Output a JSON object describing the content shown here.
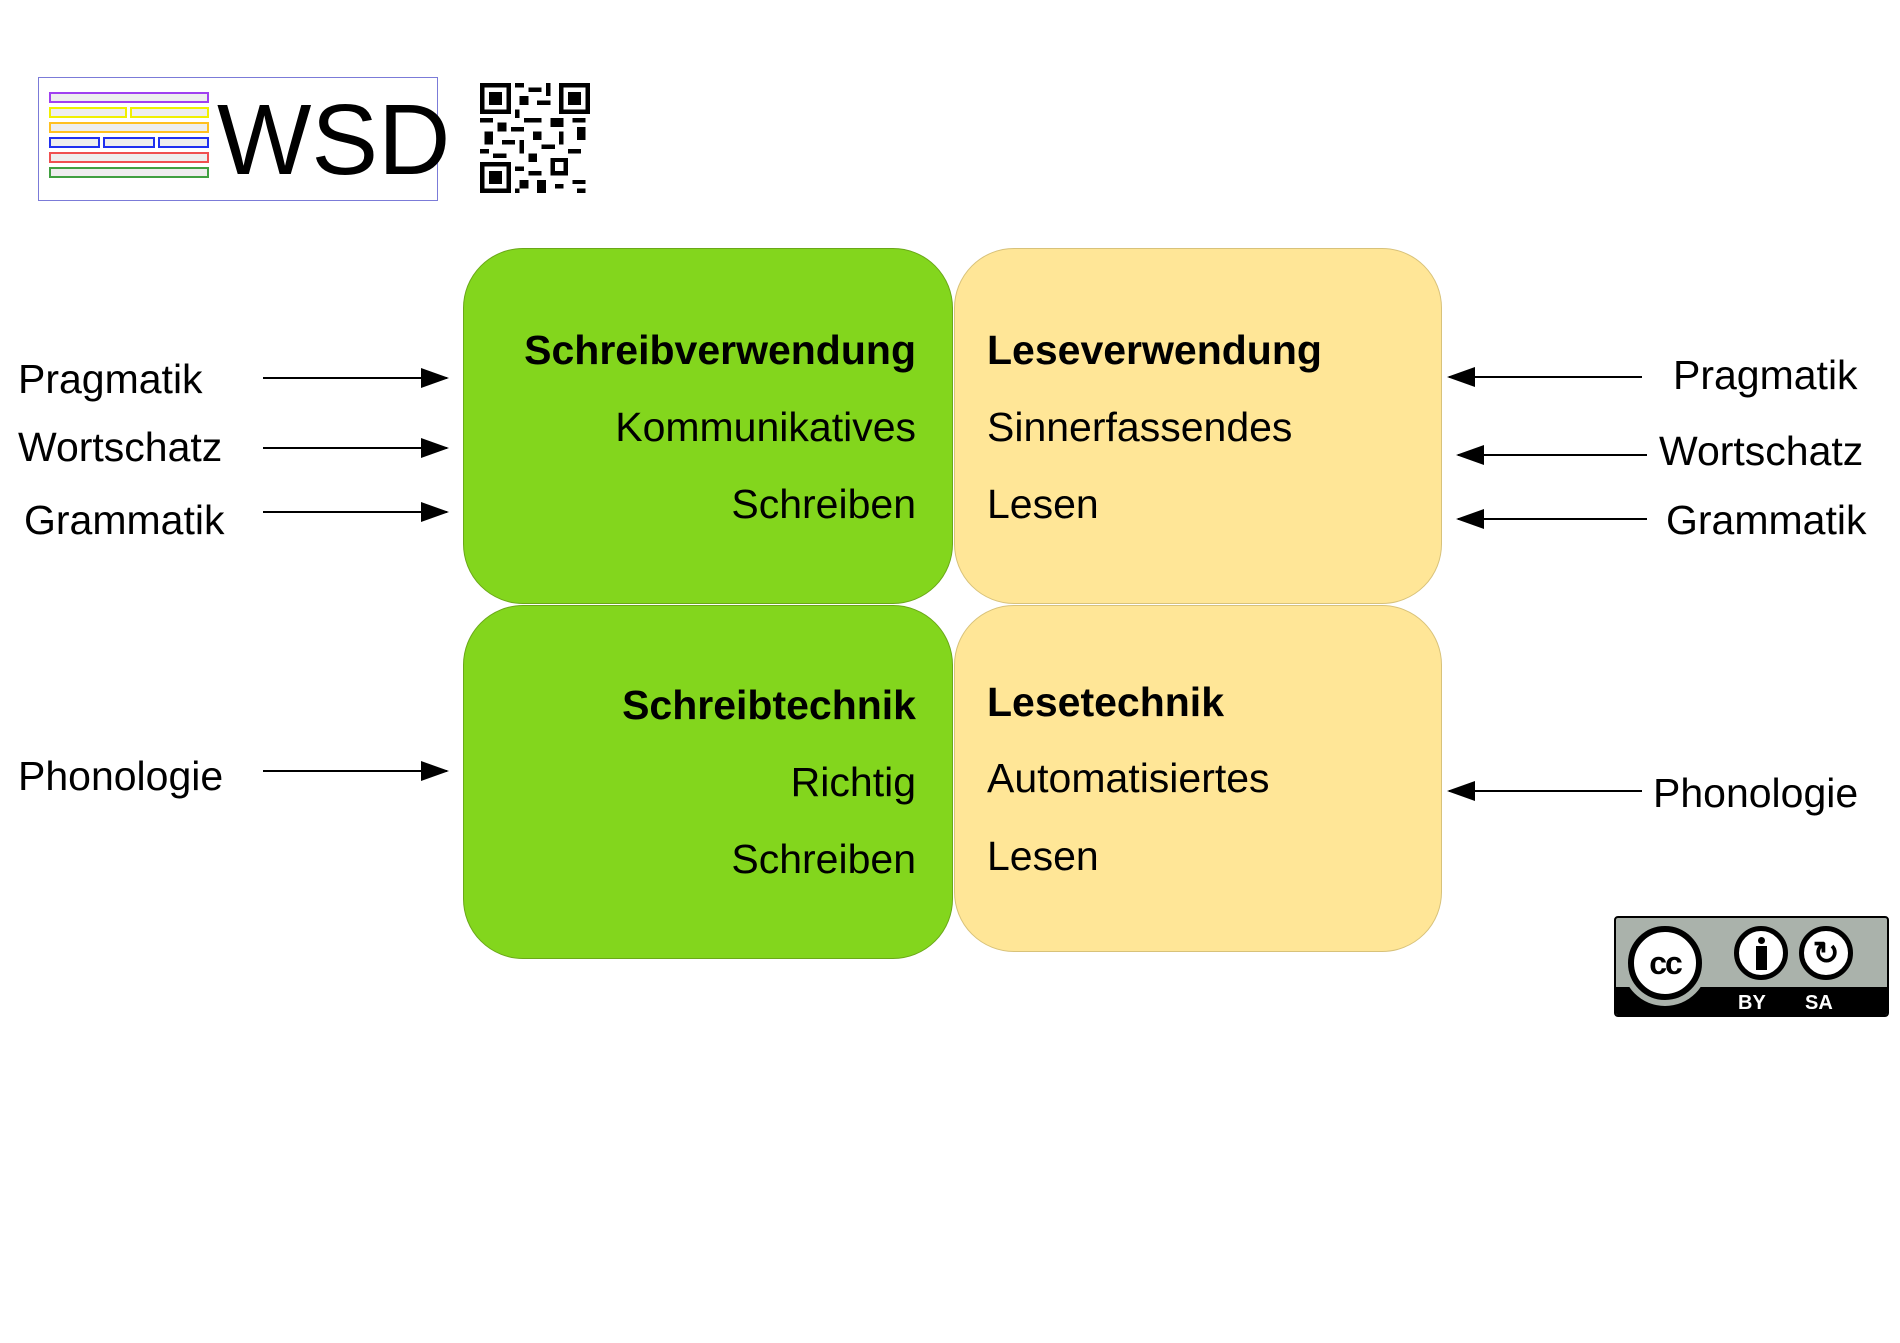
{
  "logo": {
    "title": "WSD"
  },
  "quadrants": {
    "schreibverwendung": {
      "heading": "Schreibverwendung",
      "line1": "Kommunikatives",
      "line2": "Schreiben"
    },
    "leseverwendung": {
      "heading": "Leseverwendung",
      "line1": "Sinnerfassendes",
      "line2": "Lesen"
    },
    "schreibtechnik": {
      "heading": "Schreibtechnik",
      "line1": "Richtig",
      "line2": "Schreiben"
    },
    "lesetechnik": {
      "heading": "Lesetechnik",
      "line1": "Automatisiertes",
      "line2": "Lesen"
    }
  },
  "left_labels": [
    "Pragmatik",
    "Wortschatz",
    "Grammatik",
    "Phonologie"
  ],
  "right_labels": [
    "Pragmatik",
    "Wortschatz",
    "Grammatik",
    "Phonologie"
  ],
  "license": {
    "by": "BY",
    "sa": "SA",
    "cc": "cc"
  },
  "colors": {
    "green": "#83d61d",
    "yellow": "#ffe697"
  }
}
